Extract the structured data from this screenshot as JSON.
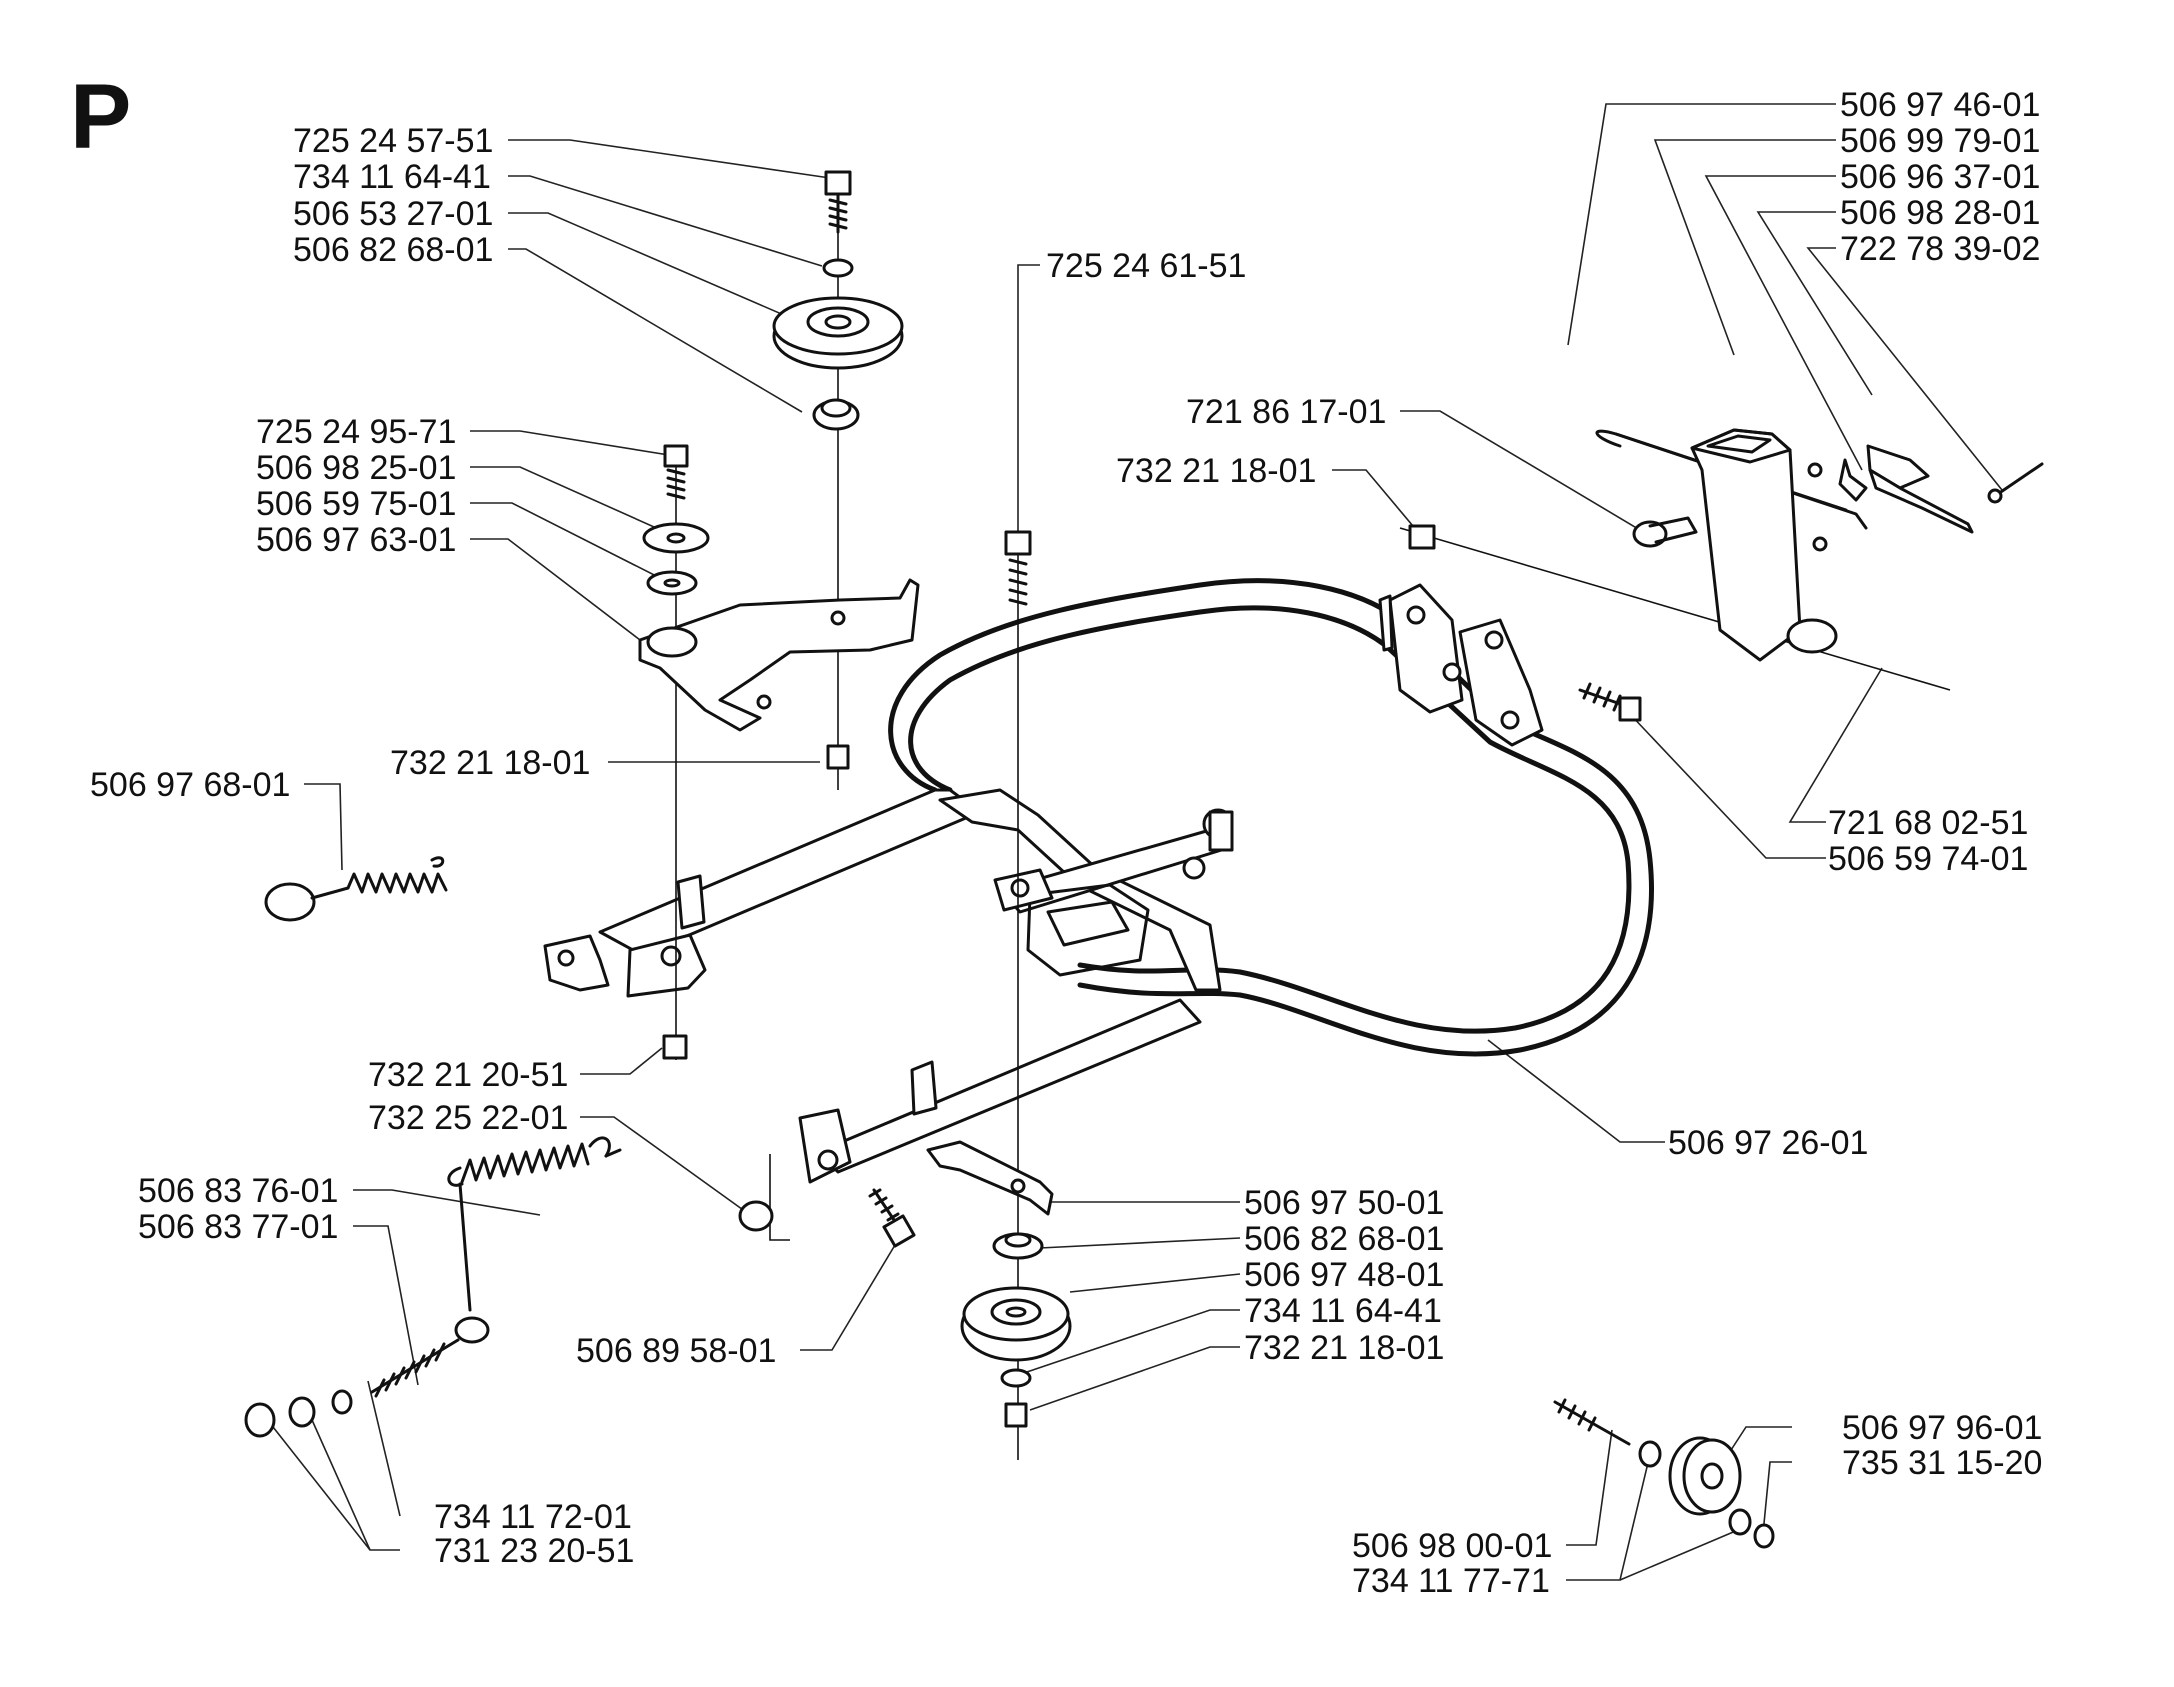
{
  "section_letter": "P",
  "labels": {
    "l01": "725 24 57-51",
    "l02": "734 11 64-41",
    "l03": "506 53 27-01",
    "l04": "506 82 68-01",
    "l05": "725 24 95-71",
    "l06": "506 98 25-01",
    "l07": "506 59 75-01",
    "l08": "506 97 63-01",
    "l09": "732 21 18-01",
    "l10": "506 97 68-01",
    "l11": "732 21 20-51",
    "l12": "732 25 22-01",
    "l13": "506 83 76-01",
    "l14": "506 83 77-01",
    "l15": "506 89 58-01",
    "l16": "734 11 72-01",
    "l17": "731 23 20-51",
    "l18": "725 24 61-51",
    "l19": "721 86 17-01",
    "l20": "732 21 18-01",
    "l21": "506 97 46-01",
    "l22": "506 99 79-01",
    "l23": "506 96 37-01",
    "l24": "506 98 28-01",
    "l25": "722 78 39-02",
    "l26": "721 68 02-51",
    "l27": "506 59 74-01",
    "l28": "506 97 26-01",
    "l29": "506 97 50-01",
    "l30": "506 82 68-01",
    "l31": "506 97 48-01",
    "l32": "734 11 64-41",
    "l33": "732 21 18-01",
    "l34": "506 97 96-01",
    "l35": "735 31 15-20",
    "l36": "506 98 00-01",
    "l37": "734 11 77-71"
  }
}
